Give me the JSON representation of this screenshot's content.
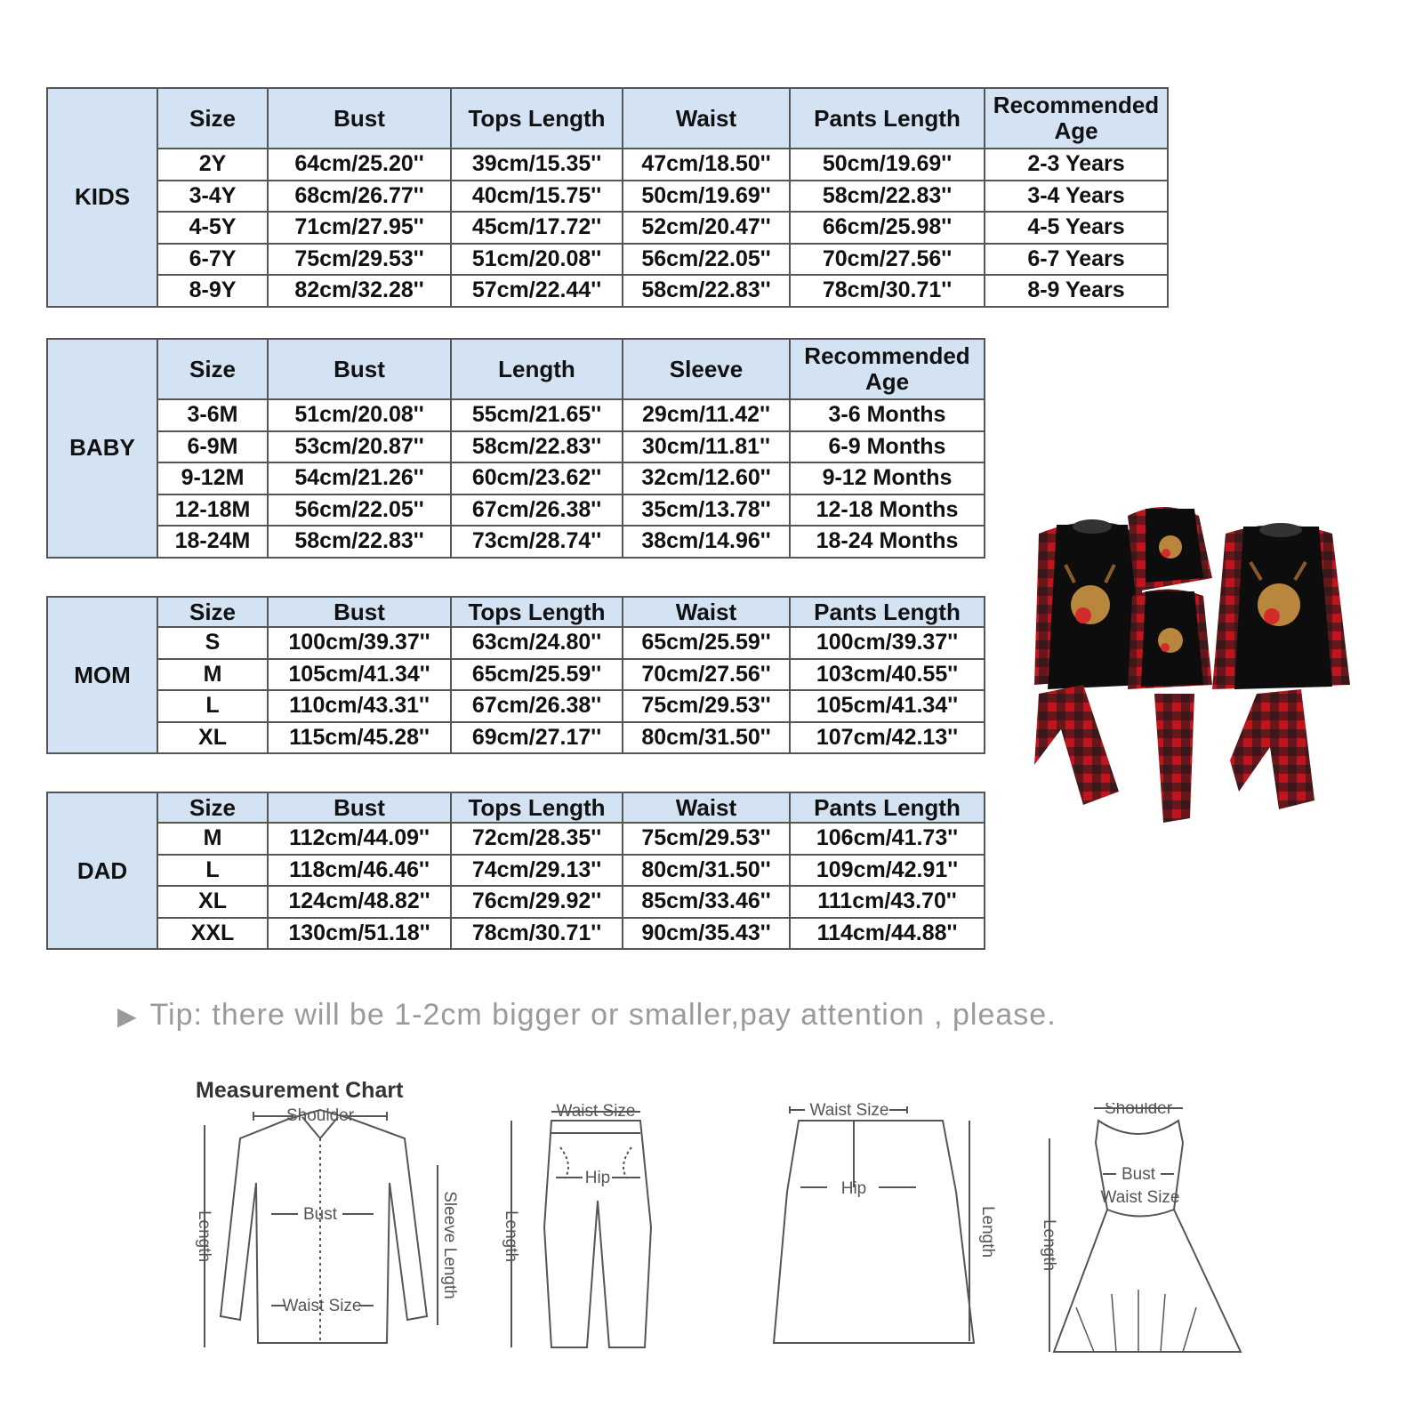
{
  "kids": {
    "category": "KIDS",
    "headers": [
      "Size",
      "Bust",
      "Tops Length",
      "Waist",
      "Pants Length",
      "Recommended Age"
    ],
    "rows": [
      [
        "2Y",
        "64cm/25.20''",
        "39cm/15.35''",
        "47cm/18.50''",
        "50cm/19.69''",
        "2-3 Years"
      ],
      [
        "3-4Y",
        "68cm/26.77''",
        "40cm/15.75''",
        "50cm/19.69''",
        "58cm/22.83''",
        "3-4 Years"
      ],
      [
        "4-5Y",
        "71cm/27.95''",
        "45cm/17.72''",
        "52cm/20.47''",
        "66cm/25.98''",
        "4-5 Years"
      ],
      [
        "6-7Y",
        "75cm/29.53''",
        "51cm/20.08''",
        "56cm/22.05''",
        "70cm/27.56''",
        "6-7 Years"
      ],
      [
        "8-9Y",
        "82cm/32.28''",
        "57cm/22.44''",
        "58cm/22.83''",
        "78cm/30.71''",
        "8-9 Years"
      ]
    ]
  },
  "baby": {
    "category": "BABY",
    "headers": [
      "Size",
      "Bust",
      "Length",
      "Sleeve",
      "Recommended Age"
    ],
    "rows": [
      [
        "3-6M",
        "51cm/20.08''",
        "55cm/21.65''",
        "29cm/11.42''",
        "3-6 Months"
      ],
      [
        "6-9M",
        "53cm/20.87''",
        "58cm/22.83''",
        "30cm/11.81''",
        "6-9 Months"
      ],
      [
        "9-12M",
        "54cm/21.26''",
        "60cm/23.62''",
        "32cm/12.60''",
        "9-12 Months"
      ],
      [
        "12-18M",
        "56cm/22.05''",
        "67cm/26.38''",
        "35cm/13.78''",
        "12-18 Months"
      ],
      [
        "18-24M",
        "58cm/22.83''",
        "73cm/28.74''",
        "38cm/14.96''",
        "18-24 Months"
      ]
    ]
  },
  "mom": {
    "category": "MOM",
    "headers": [
      "Size",
      "Bust",
      "Tops Length",
      "Waist",
      "Pants Length"
    ],
    "rows": [
      [
        "S",
        "100cm/39.37''",
        "63cm/24.80''",
        "65cm/25.59''",
        "100cm/39.37''"
      ],
      [
        "M",
        "105cm/41.34''",
        "65cm/25.59''",
        "70cm/27.56''",
        "103cm/40.55''"
      ],
      [
        "L",
        "110cm/43.31''",
        "67cm/26.38''",
        "75cm/29.53''",
        "105cm/41.34''"
      ],
      [
        "XL",
        "115cm/45.28''",
        "69cm/27.17''",
        "80cm/31.50''",
        "107cm/42.13''"
      ]
    ]
  },
  "dad": {
    "category": "DAD",
    "headers": [
      "Size",
      "Bust",
      "Tops Length",
      "Waist",
      "Pants Length"
    ],
    "rows": [
      [
        "M",
        "112cm/44.09''",
        "72cm/28.35''",
        "75cm/29.53''",
        "106cm/41.73''"
      ],
      [
        "L",
        "118cm/46.46''",
        "74cm/29.13''",
        "80cm/31.50''",
        "109cm/42.91''"
      ],
      [
        "XL",
        "124cm/48.82''",
        "76cm/29.92''",
        "85cm/33.46''",
        "111cm/43.70''"
      ],
      [
        "XXL",
        "130cm/51.18''",
        "78cm/30.71''",
        "90cm/35.43''",
        "114cm/44.88''"
      ]
    ]
  },
  "tip": "Tip: there will be 1-2cm bigger or smaller,pay attention , please.",
  "measurement_chart": {
    "title": "Measurement Chart",
    "shirt": {
      "shoulder": "Shoulder",
      "bust": "Bust",
      "waist": "Waist Size",
      "length": "Length",
      "sleeve": "Sleeve Length"
    },
    "pants": {
      "waist": "Waist Size",
      "hip": "Hip",
      "length": "Length"
    },
    "skirt": {
      "waist": "Waist Size",
      "hip": "Hip",
      "length": "Length"
    },
    "dress": {
      "shoulder": "Shoulder",
      "bust": "Bust",
      "waist": "Waist Size",
      "length": "Length"
    }
  },
  "product": {
    "image": "family-christmas-reindeer-plaid-pajamas",
    "colors": {
      "plaid_red": "#c0151c",
      "plaid_dark": "#1a1a1a",
      "body": "#0d0d0d"
    }
  }
}
